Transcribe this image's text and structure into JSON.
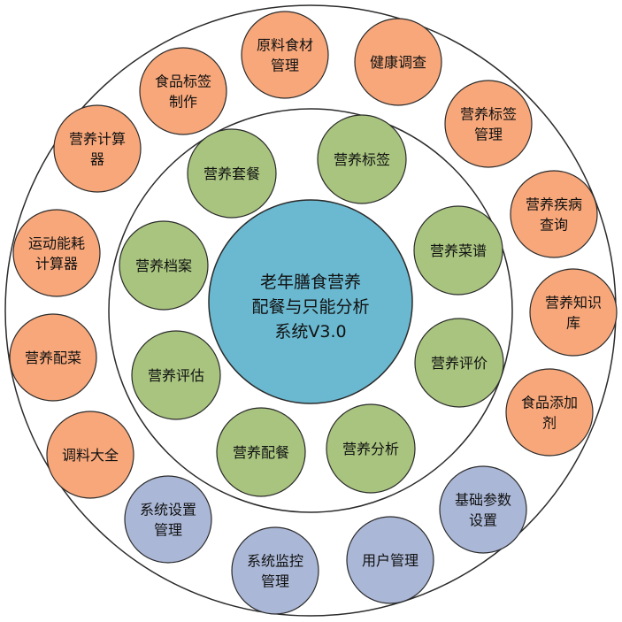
{
  "center": {
    "lines": [
      "老年膳食营养",
      "配餐与只能分析",
      "系统V3.0"
    ],
    "color": "#6ab9d1"
  },
  "colors": {
    "orange": "#f7a77a",
    "green": "#a8c47f",
    "blue": "#aab7d6",
    "stroke": "#2b2b2b"
  },
  "inner_ring": [
    {
      "lines": [
        "营养标签"
      ]
    },
    {
      "lines": [
        "营养菜谱"
      ]
    },
    {
      "lines": [
        "营养评价"
      ]
    },
    {
      "lines": [
        "营养分析"
      ]
    },
    {
      "lines": [
        "营养配餐"
      ]
    },
    {
      "lines": [
        "营养评估"
      ]
    },
    {
      "lines": [
        "营养档案"
      ]
    },
    {
      "lines": [
        "营养套餐"
      ]
    }
  ],
  "outer_ring": [
    {
      "lines": [
        "原料食材",
        "管理"
      ],
      "color": "orange"
    },
    {
      "lines": [
        "健康调查"
      ],
      "color": "orange"
    },
    {
      "lines": [
        "营养标签",
        "管理"
      ],
      "color": "orange"
    },
    {
      "lines": [
        "营养疾病",
        "查询"
      ],
      "color": "orange"
    },
    {
      "lines": [
        "营养知识",
        "库"
      ],
      "color": "orange"
    },
    {
      "lines": [
        "食品添加",
        "剂"
      ],
      "color": "orange"
    },
    {
      "lines": [
        "基础参数",
        "设置"
      ],
      "color": "blue"
    },
    {
      "lines": [
        "用户管理"
      ],
      "color": "blue"
    },
    {
      "lines": [
        "系统监控",
        "管理"
      ],
      "color": "blue"
    },
    {
      "lines": [
        "系统设置",
        "管理"
      ],
      "color": "blue"
    },
    {
      "lines": [
        "调料大全"
      ],
      "color": "orange"
    },
    {
      "lines": [
        "营养配菜"
      ],
      "color": "orange"
    },
    {
      "lines": [
        "运动能耗",
        "计算器"
      ],
      "color": "orange"
    },
    {
      "lines": [
        "营养计算",
        "器"
      ],
      "color": "orange"
    },
    {
      "lines": [
        "食品标签",
        "制作"
      ],
      "color": "orange"
    }
  ]
}
